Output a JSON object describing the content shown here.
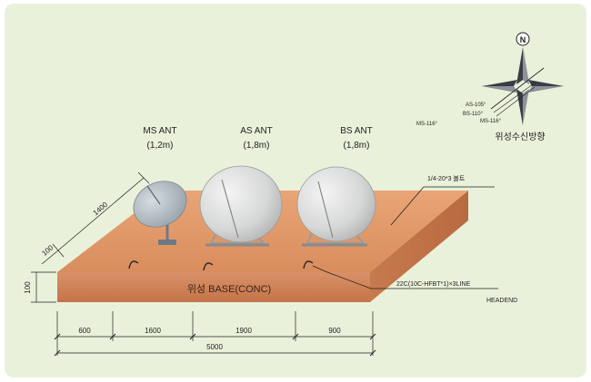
{
  "antennas": [
    {
      "name": "MS ANT",
      "size": "(1,2m)"
    },
    {
      "name": "AS ANT",
      "size": "(1,8m)"
    },
    {
      "name": "BS ANT",
      "size": "(1,8m)"
    }
  ],
  "base_label": "위성 BASE(CONC)",
  "bolt_label": "1/4-20*3 볼트",
  "cable_label": "22C(10C-HFBT*1)×3LINE",
  "headend_label": "HEADEND",
  "compass": {
    "north": "N",
    "title": "위성수신방향",
    "as": "AS-105°",
    "bs": "BS-110°",
    "ms_near": "MS-116°",
    "ms_far": "MS-116°"
  },
  "dimensions": {
    "seg1": "600",
    "seg2": "1600",
    "seg3": "1900",
    "seg4": "900",
    "total": "5000",
    "height": "100",
    "slope_long": "1400",
    "slope_short": "100"
  },
  "colors": {
    "base": "#d58a5a",
    "panel": "#e9f1da",
    "dish": "#d8d9d9"
  }
}
